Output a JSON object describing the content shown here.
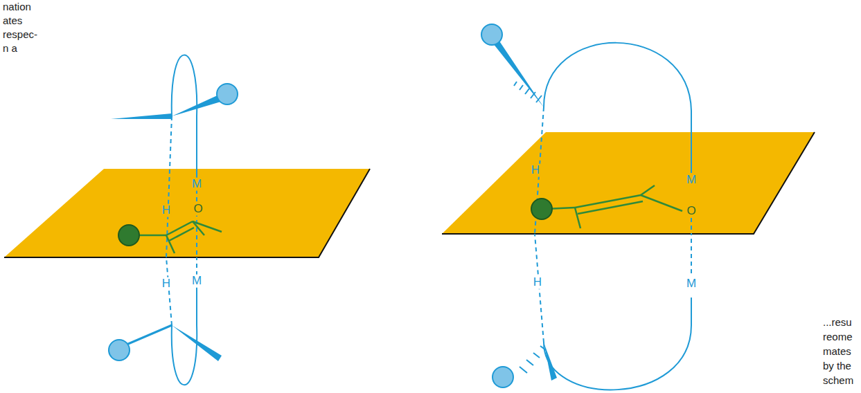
{
  "diagram": {
    "labels": [
      "nation",
      "ates",
      "respec-",
      "n a",
      "...resu",
      "reome",
      "mates",
      "by the",
      "schem",
      "M",
      "H",
      "O",
      "H",
      "M",
      "H",
      "M",
      "O",
      "M",
      "H"
    ]
  }
}
